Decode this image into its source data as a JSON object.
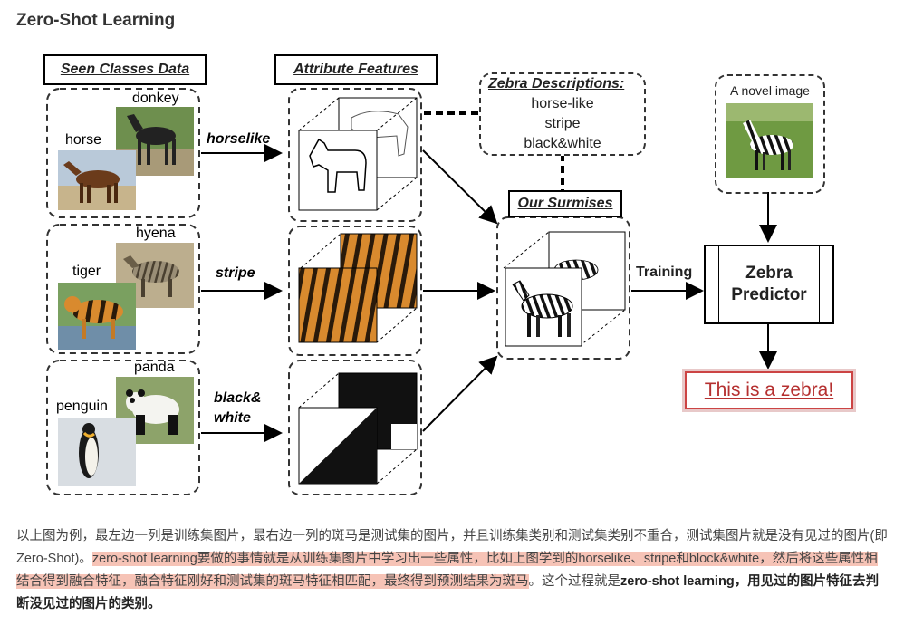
{
  "title": "Zero-Shot Learning",
  "headers": {
    "seen": "Seen Classes Data",
    "attributes": "Attribute Features",
    "surmises": "Our Surmises"
  },
  "rows": [
    {
      "top_animal": "donkey",
      "bottom_animal": "horse",
      "attribute": "horselike"
    },
    {
      "top_animal": "hyena",
      "bottom_animal": "tiger",
      "attribute": "stripe"
    },
    {
      "top_animal": "panda",
      "bottom_animal": "penguin",
      "attribute": "black&\nwhite"
    }
  ],
  "descriptions": {
    "title": "Zebra Descriptions:",
    "lines": [
      "horse-like",
      "stripe",
      "black&white"
    ]
  },
  "novel_image_label": "A novel image",
  "training_label": "Training",
  "predictor": {
    "line1": "Zebra",
    "line2": "Predictor"
  },
  "result": "This is a zebra!",
  "paragraph": {
    "p1": "以上图为例，最左边一列是训练集图片，最右边一列的斑马是测试集的图片，并且训练集类别和测试集类别不重合，测试集图片就是没有见过的图片(即Zero-Shot)。",
    "p2_highlight": "zero-shot learning要做的事情就是从训练集图片中学习出一些属性，比如上图学到的horselike、stripe和block&white，然后将这些属性相结合得到融合特征，融合特征刚好和测试集的斑马特征相匹配，最终得到预测结果为斑马",
    "p3": "。这个过程就是",
    "p4_bold": "zero-shot learning，用见过的图片特征去判断没见过的图片的类别。"
  },
  "colors": {
    "highlight": "#f6c3b6",
    "result_red": "#b53030"
  }
}
